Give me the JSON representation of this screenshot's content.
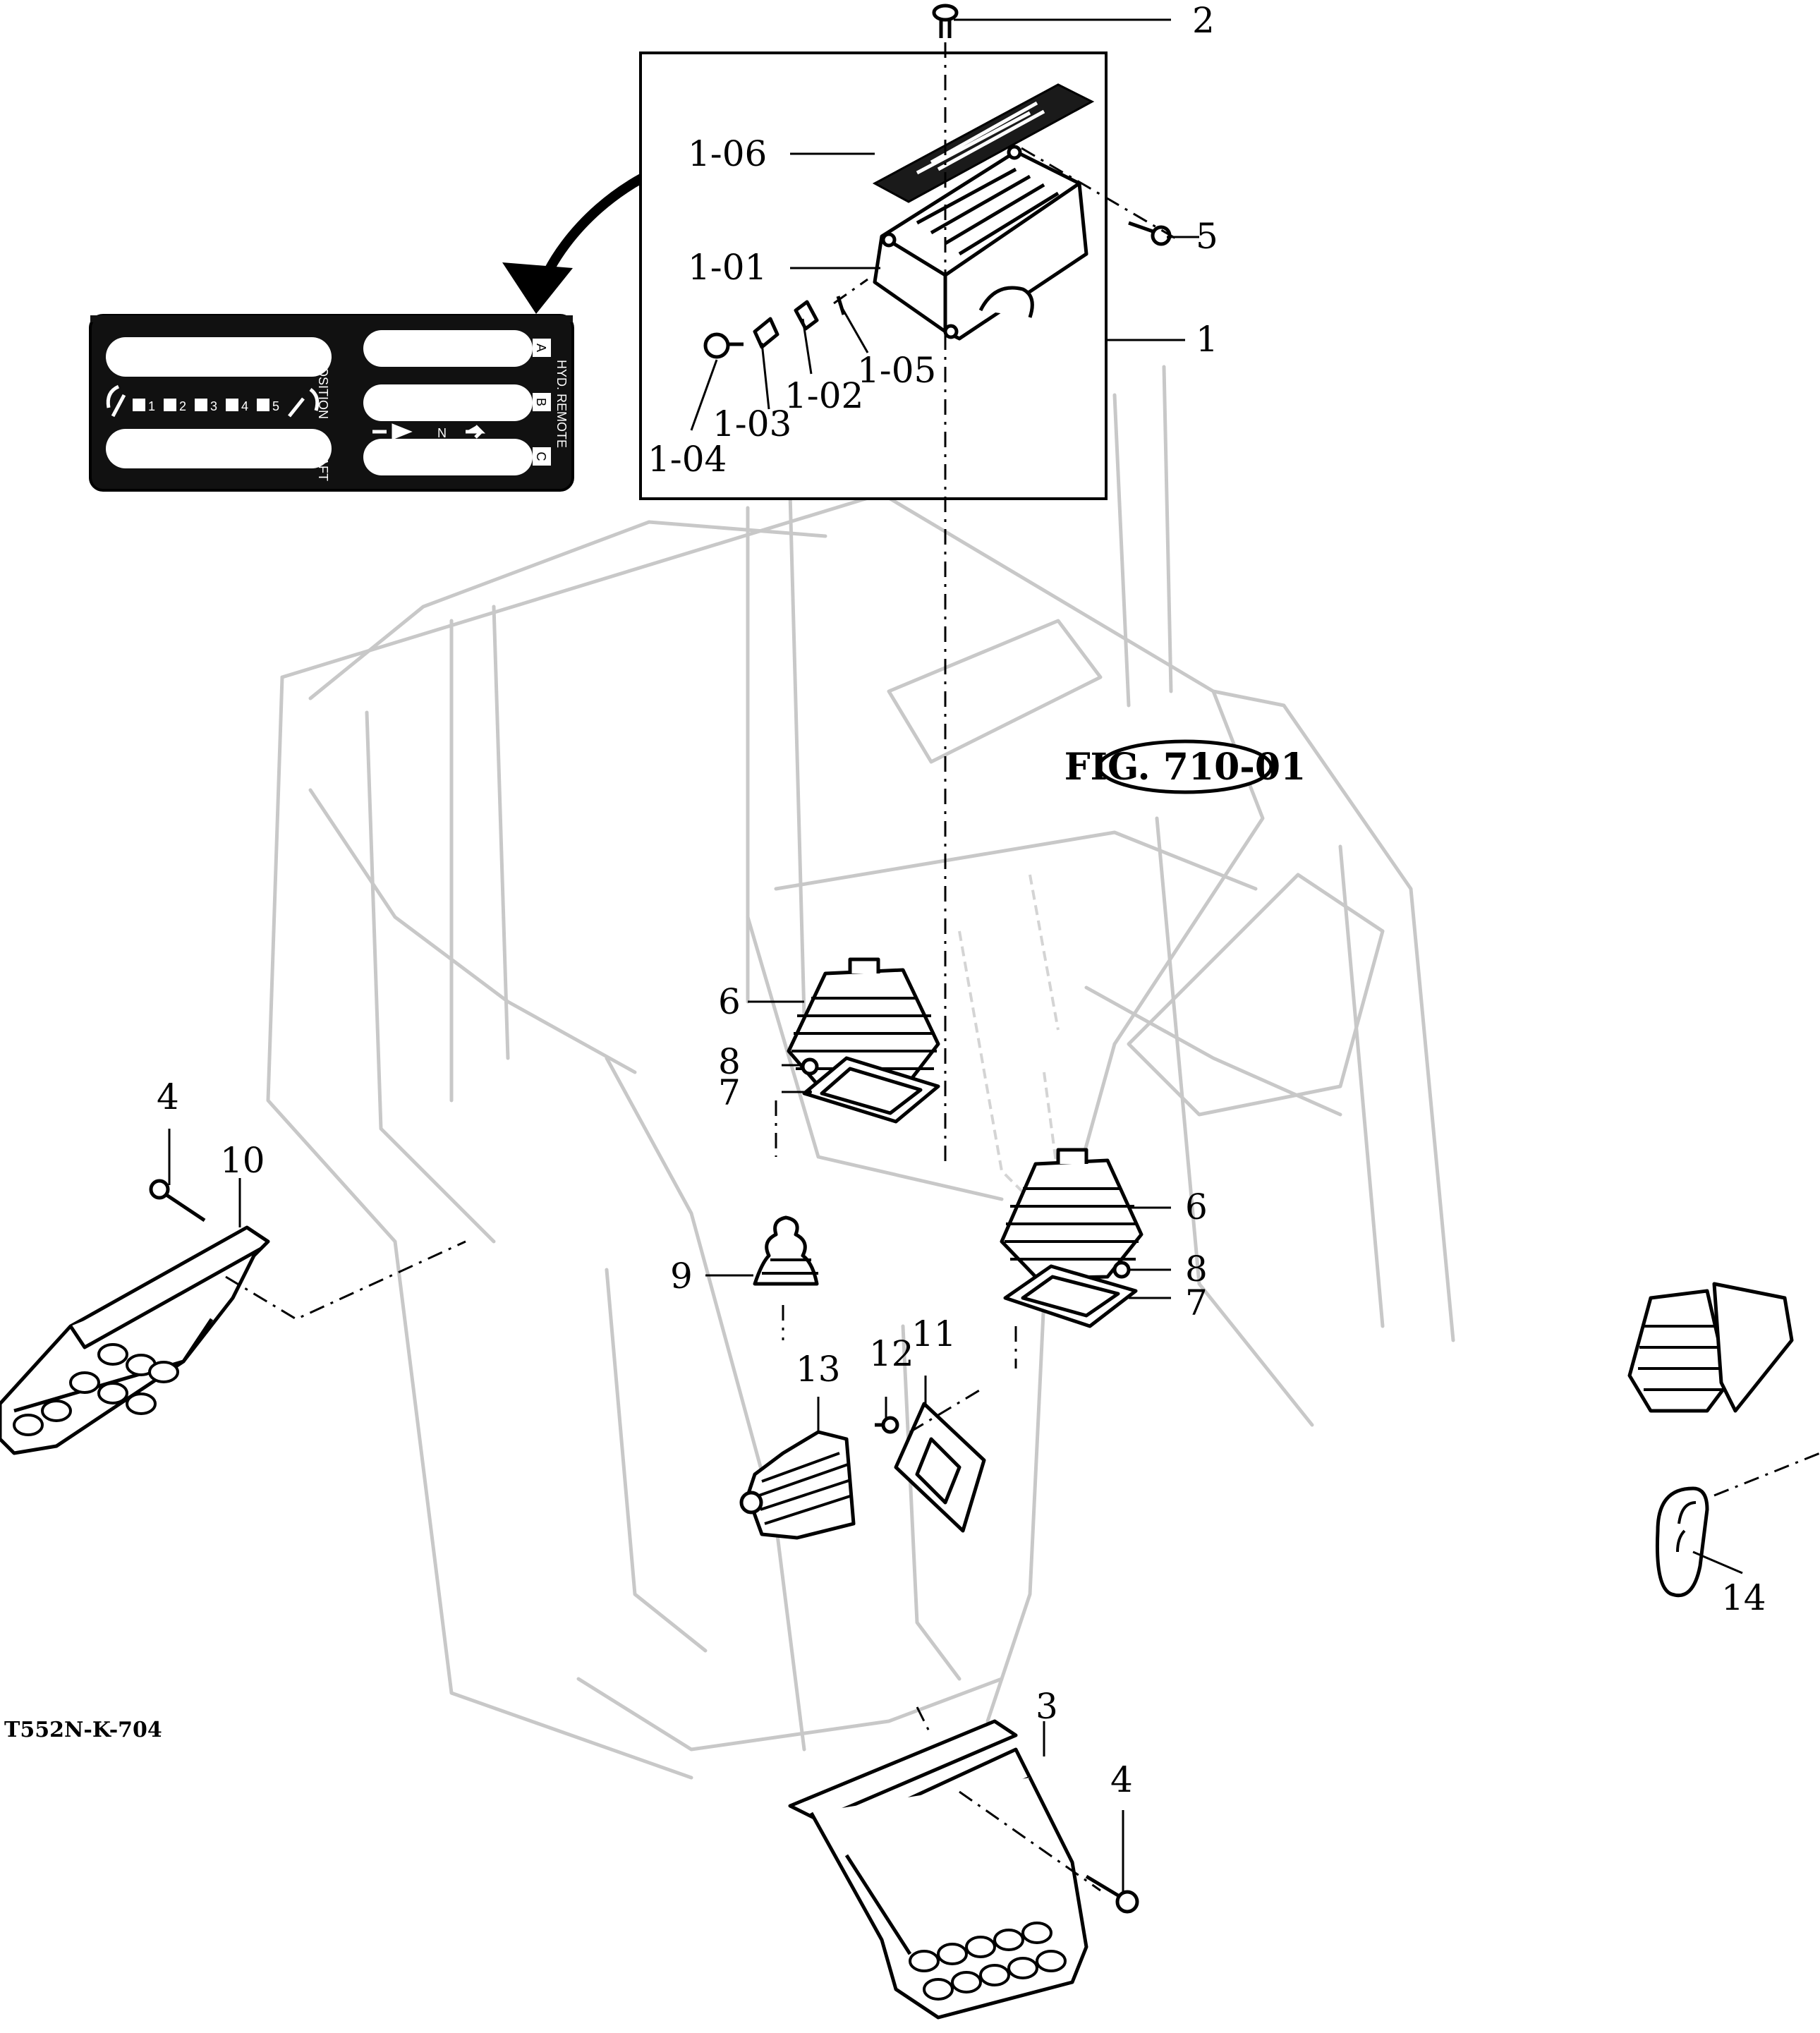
{
  "figure_ref": "FIG. 710-01",
  "drawing_code": "T552N-K-704",
  "decal": {
    "position": "POSITION",
    "draft": "DRAFT",
    "hyd_remote": "HYD. REMOTE",
    "letters": [
      "A",
      "B",
      "C"
    ],
    "neutral": "N",
    "steps": [
      "1",
      "2",
      "3",
      "4",
      "5"
    ]
  },
  "callouts": {
    "c1": "1",
    "c1_01": "1-01",
    "c1_02": "1-02",
    "c1_03": "1-03",
    "c1_04": "1-04",
    "c1_05": "1-05",
    "c1_06": "1-06",
    "c2": "2",
    "c3": "3",
    "c4a": "4",
    "c4b": "4",
    "c5": "5",
    "c6a": "6",
    "c6b": "6",
    "c7a": "7",
    "c7b": "7",
    "c8a": "8",
    "c8b": "8",
    "c9": "9",
    "c10": "10",
    "c11": "11",
    "c12": "12",
    "c13": "13",
    "c14": "14"
  }
}
